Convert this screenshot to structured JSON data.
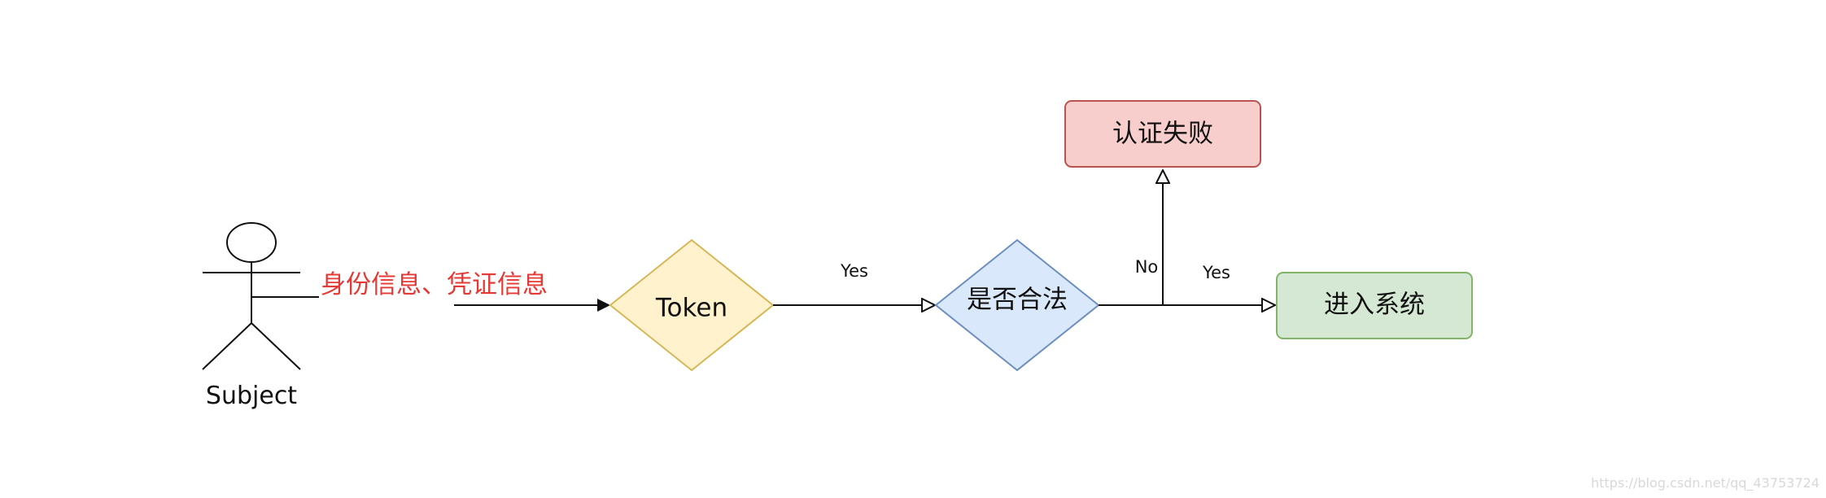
{
  "diagram": {
    "actor": {
      "label": "Subject",
      "action_label": "身份信息、凭证信息"
    },
    "nodes": {
      "token": {
        "label": "Token",
        "fill": "#fff2cc",
        "stroke": "#d6b656"
      },
      "legal": {
        "label": "是否合法",
        "fill": "#dae8fc",
        "stroke": "#6c8ebf"
      },
      "fail": {
        "label": "认证失败",
        "fill": "#f8cecc",
        "stroke": "#b85450"
      },
      "enter": {
        "label": "进入系统",
        "fill": "#d5e8d4",
        "stroke": "#82b366"
      }
    },
    "edges": {
      "token_to_legal": {
        "label": "Yes"
      },
      "legal_to_fail": {
        "label": "No"
      },
      "legal_to_enter": {
        "label": "Yes"
      }
    },
    "watermark": "https://blog.csdn.net/qq_43753724"
  },
  "colors": {
    "line": "#111111",
    "red_text": "#e53935"
  }
}
